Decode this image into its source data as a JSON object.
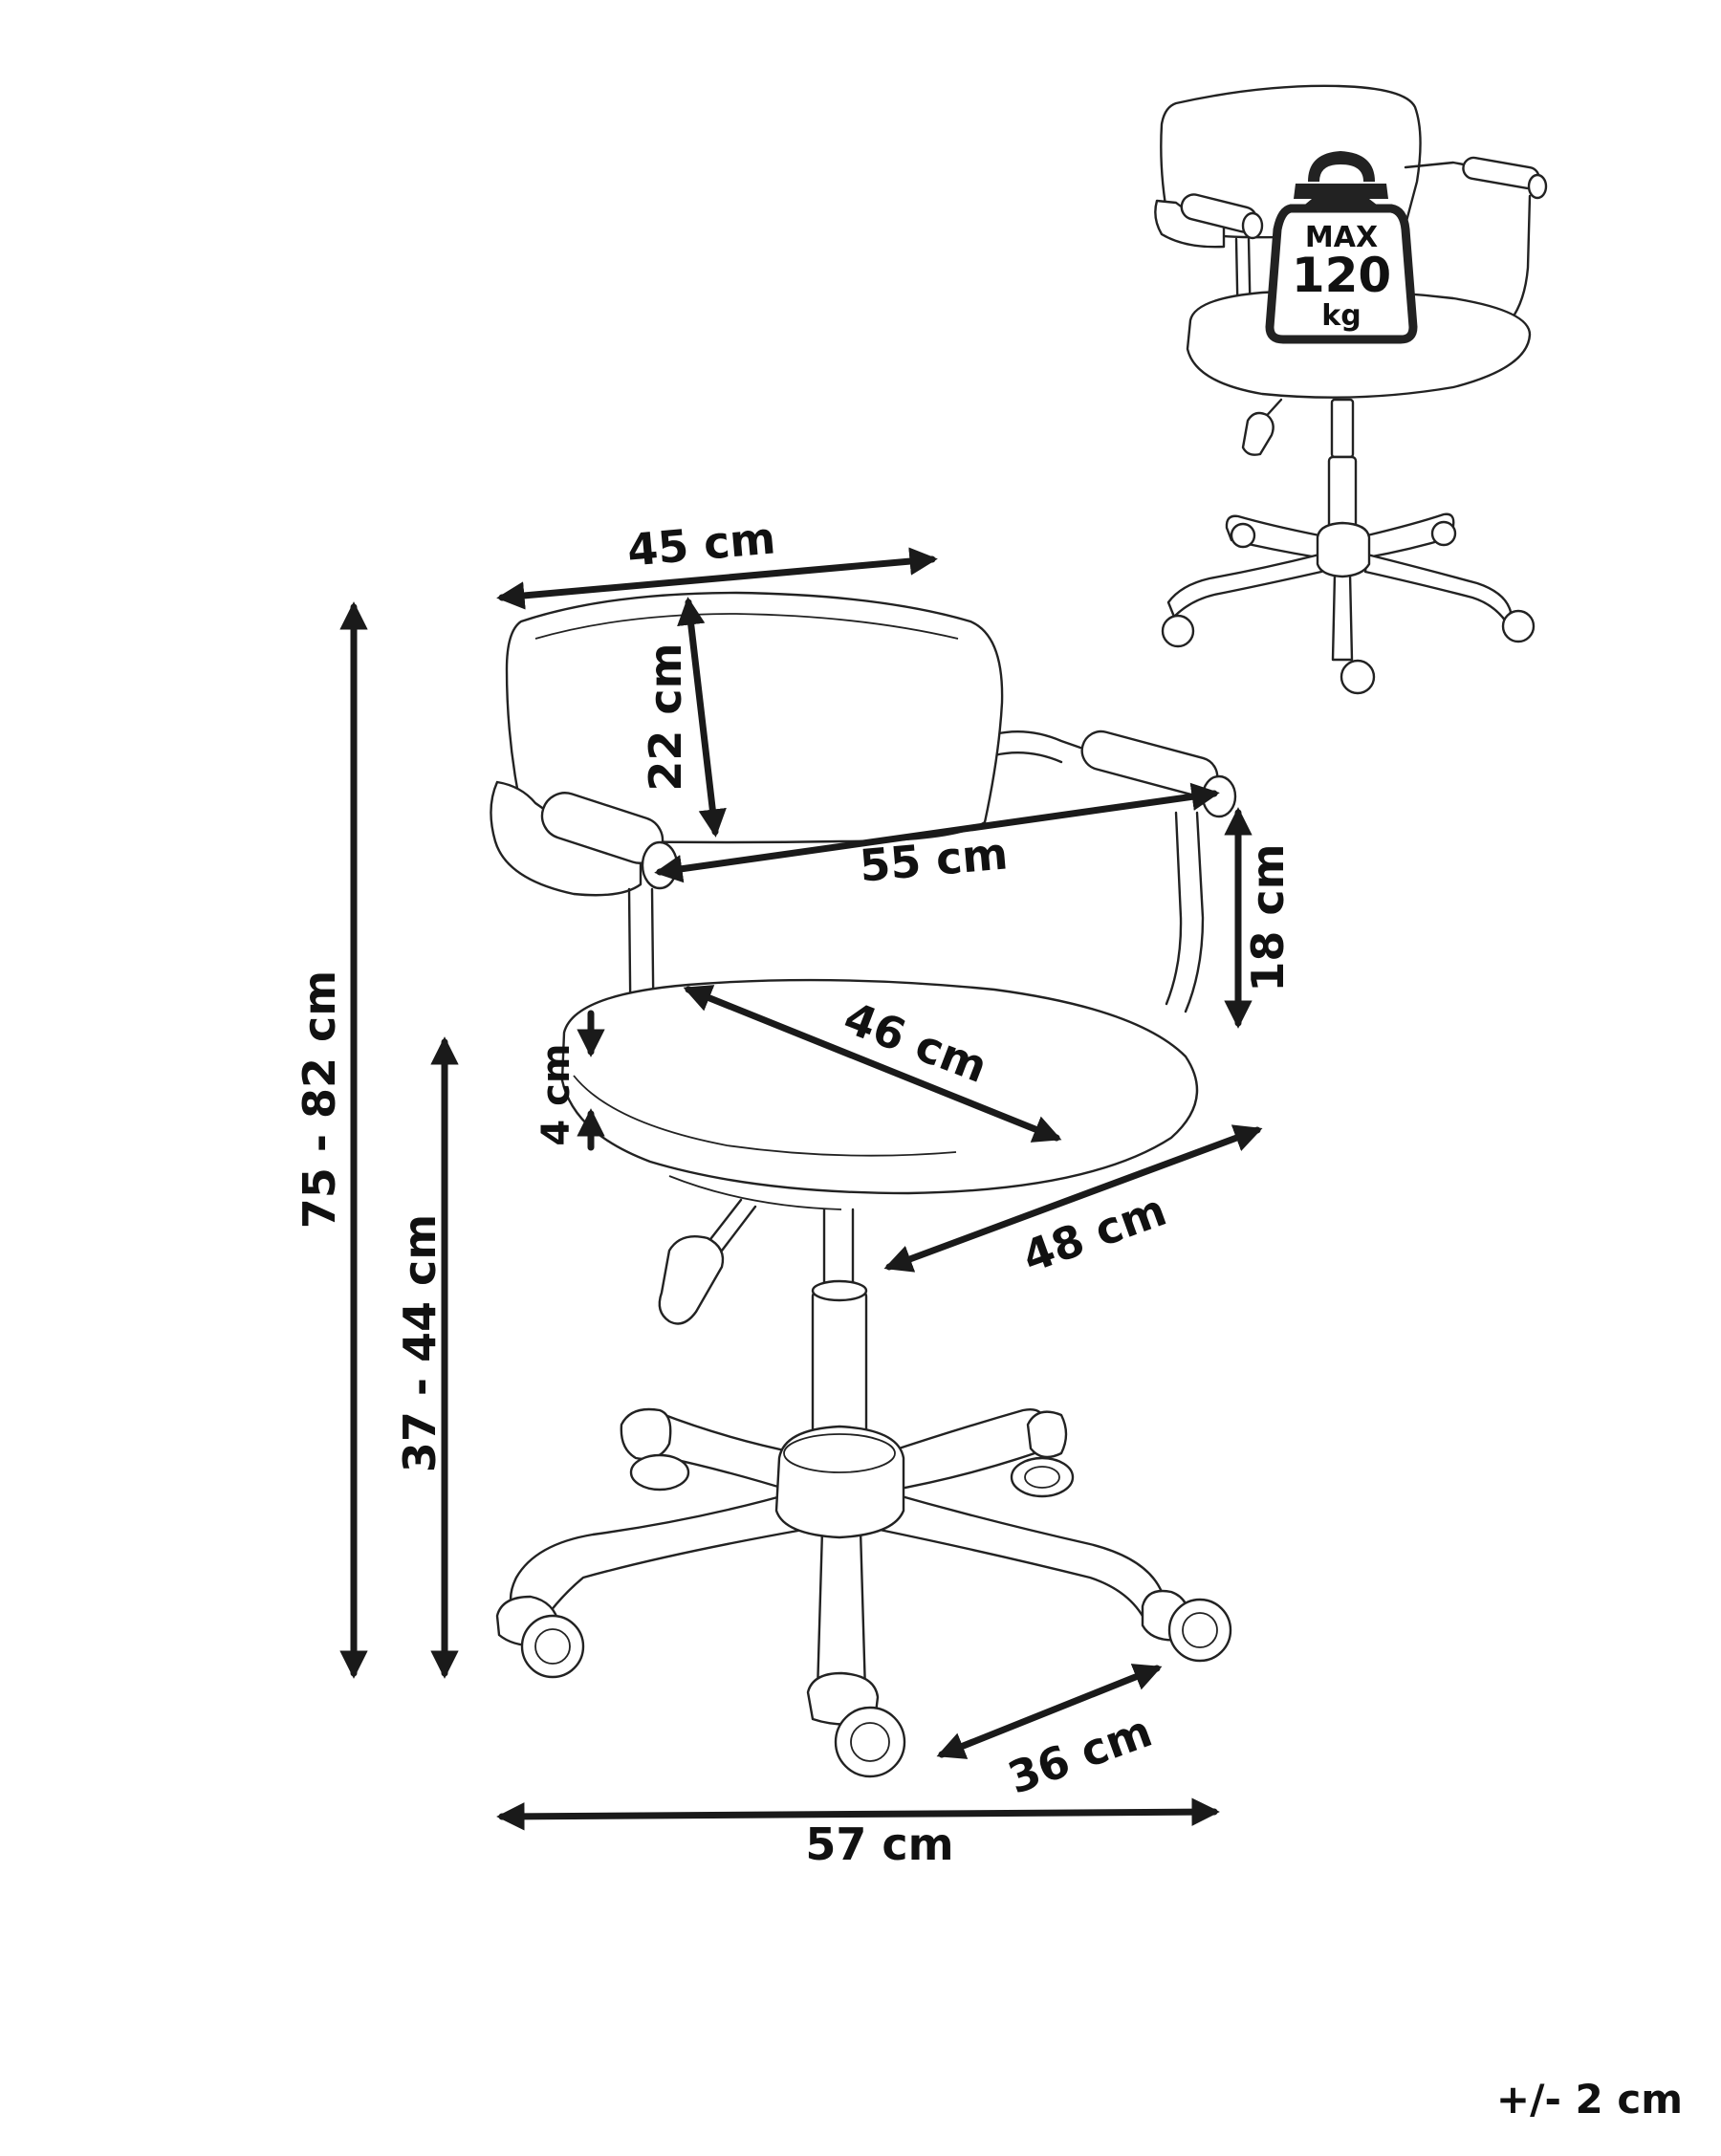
{
  "diagram": {
    "dimensions": {
      "backrest_width": "45 cm",
      "backrest_height": "22 cm",
      "armrest_span": "55 cm",
      "armrest_height": "18 cm",
      "seat_depth": "46 cm",
      "seat_thickness": "4 cm",
      "seat_width": "48 cm",
      "total_height": "75 - 82 cm",
      "seat_height": "37 - 44 cm",
      "caster_spacing": "36 cm",
      "base_width": "57 cm"
    },
    "max_load": {
      "line1": "MAX",
      "line2": "120",
      "line3": "kg"
    },
    "tolerance": "+/- 2 cm"
  }
}
